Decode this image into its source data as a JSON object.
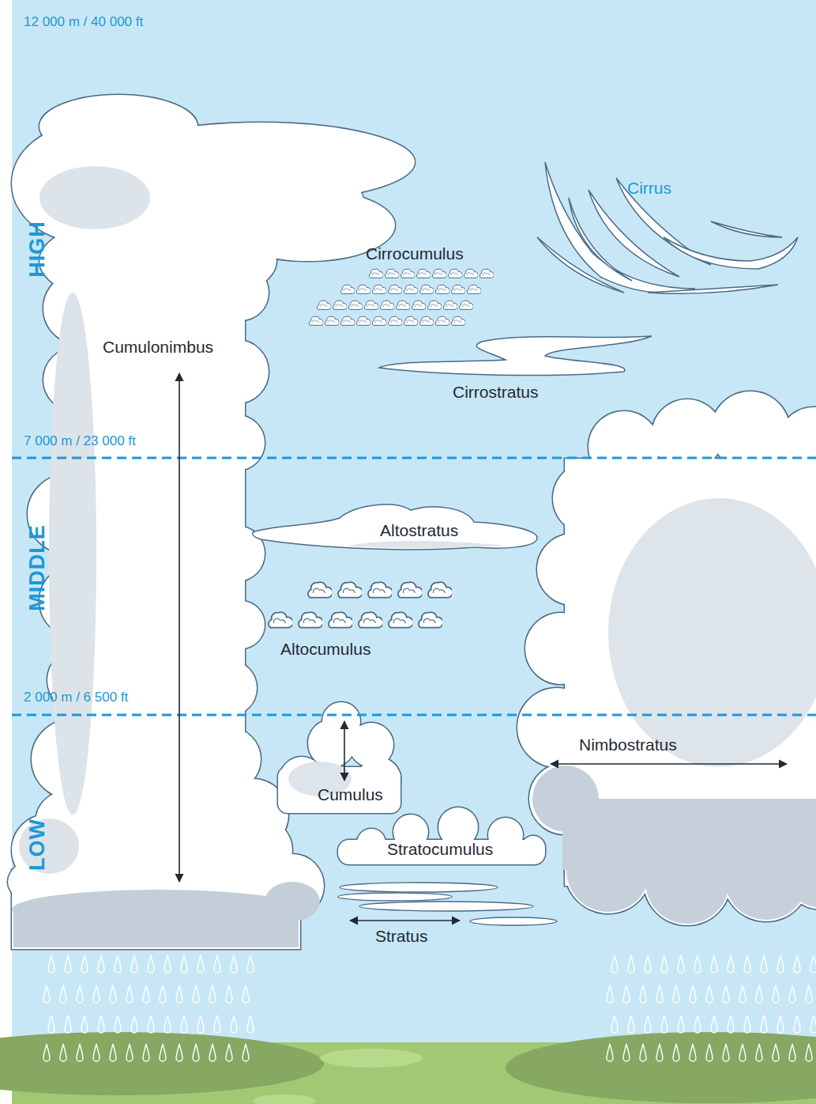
{
  "diagram": {
    "labels": [
      "12 000 m / 40 000 ft",
      "HIGH",
      "Cirrus",
      "Cirrocumulus",
      "Cumulonimbus",
      "Cirrostratus",
      "7 000 m / 23 000 ft",
      "MIDDLE",
      "Altostratus",
      "Altocumulus",
      "2 000 m / 6 500 ft",
      "Nimbostratus",
      "Cumulus",
      "LOW",
      "Stratocumulus",
      "Stratus"
    ]
  }
}
